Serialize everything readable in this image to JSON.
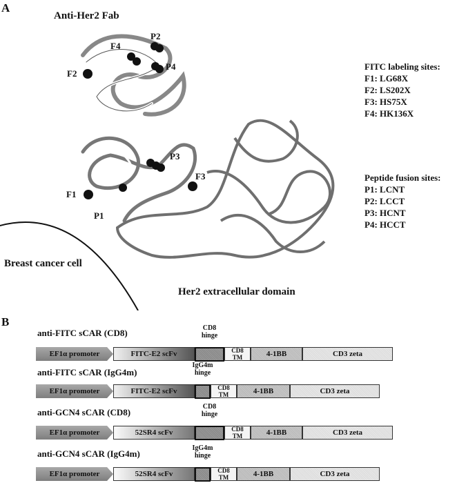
{
  "panel_a": {
    "letter": "A",
    "fab_label": "Anti-Her2 Fab",
    "cell_label": "Breast cancer cell",
    "her2_label": "Her2 extracellular domain",
    "markers": [
      "F1",
      "F2",
      "F3",
      "F4",
      "P1",
      "P2",
      "P3",
      "P4"
    ],
    "fitc_title": "FITC labeling sites:",
    "fitc_sites": [
      "F1: LG68X",
      "F2: LS202X",
      "F3: HS75X",
      "F4: HK136X"
    ],
    "peptide_title": "Peptide fusion sites:",
    "peptide_sites": [
      "P1: LCNT",
      "P2: LCCT",
      "P3: HCNT",
      "P4: HCCT"
    ]
  },
  "panel_b": {
    "letter": "B",
    "constructs": [
      {
        "title": "anti-FITC sCAR (CD8)",
        "hinge_label": [
          "CD8",
          "hinge"
        ],
        "promoter": "EF1α promoter",
        "scfv": "FITC-E2 scFv",
        "tm": [
          "CD8",
          "TM"
        ],
        "costim": "4-1BB",
        "signal": "CD3 zeta"
      },
      {
        "title": "anti-FITC sCAR (IgG4m)",
        "hinge_label": [
          "IgG4m",
          "hinge"
        ],
        "promoter": "EF1α promoter",
        "scfv": "FITC-E2 scFv",
        "tm": [
          "CD8",
          "TM"
        ],
        "costim": "4-1BB",
        "signal": "CD3 zeta"
      },
      {
        "title": "anti-GCN4 sCAR (CD8)",
        "hinge_label": [
          "CD8",
          "hinge"
        ],
        "promoter": "EF1α promoter",
        "scfv": "52SR4 scFv",
        "tm": [
          "CD8",
          "TM"
        ],
        "costim": "4-1BB",
        "signal": "CD3 zeta"
      },
      {
        "title": "anti-GCN4 sCAR (IgG4m)",
        "hinge_label": [
          "IgG4m",
          "hinge"
        ],
        "promoter": "EF1α promoter",
        "scfv": "52SR4 scFv",
        "tm": [
          "CD8",
          "TM"
        ],
        "costim": "4-1BB",
        "signal": "CD3 zeta"
      }
    ]
  }
}
